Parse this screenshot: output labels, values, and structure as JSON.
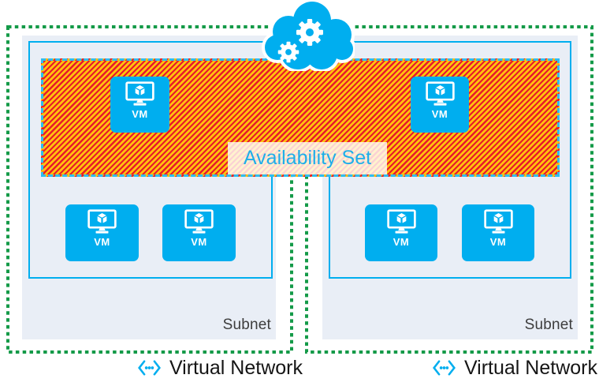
{
  "availability_set": {
    "label": "Availability Set"
  },
  "vm_label": "VM",
  "virtual_networks": [
    {
      "label": "Virtual Network",
      "subnet": {
        "label": "Subnet"
      }
    },
    {
      "label": "Virtual Network",
      "subnet": {
        "label": "Subnet"
      }
    }
  ],
  "icons": {
    "cloud": "cloud-gears-icon",
    "virtual_network": "vnet-chevrons-icon",
    "vm": "vm-monitor-icon"
  },
  "colors": {
    "azure_blue": "#00AEEF",
    "band_border_blue": "#2FBDEF",
    "green_dotted_border": "#149A48",
    "hatch_red": "#E8192C",
    "hatch_gold": "#FFC20E",
    "panel_gray": "#E9EEF6",
    "availability_text_blue": "#1FAEE9",
    "subnet_text": "#3d3d3d",
    "label_text": "#151515"
  }
}
